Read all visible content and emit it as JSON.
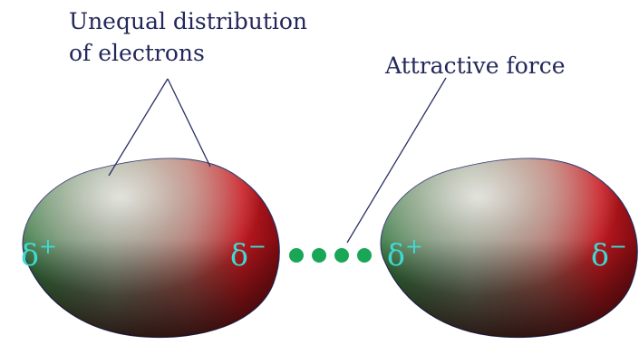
{
  "labels": {
    "unequal_line1": "Unequal distribution",
    "unequal_line2": "of electrons",
    "attractive_force": "Attractive force"
  },
  "molecules": [
    {
      "positive": {
        "symbol": "δ",
        "sign": "+"
      },
      "negative": {
        "symbol": "δ",
        "sign": "−"
      }
    },
    {
      "positive": {
        "symbol": "δ",
        "sign": "+"
      },
      "negative": {
        "symbol": "δ",
        "sign": "−"
      }
    }
  ],
  "colors": {
    "text": "#23285a",
    "charge": "#3fd9d4",
    "bond_dots": "#1aa657",
    "outline": "#2a2f66",
    "molecule_green": "#1f6a2e",
    "molecule_red": "#c2121c",
    "molecule_dark": "#2a0808"
  }
}
